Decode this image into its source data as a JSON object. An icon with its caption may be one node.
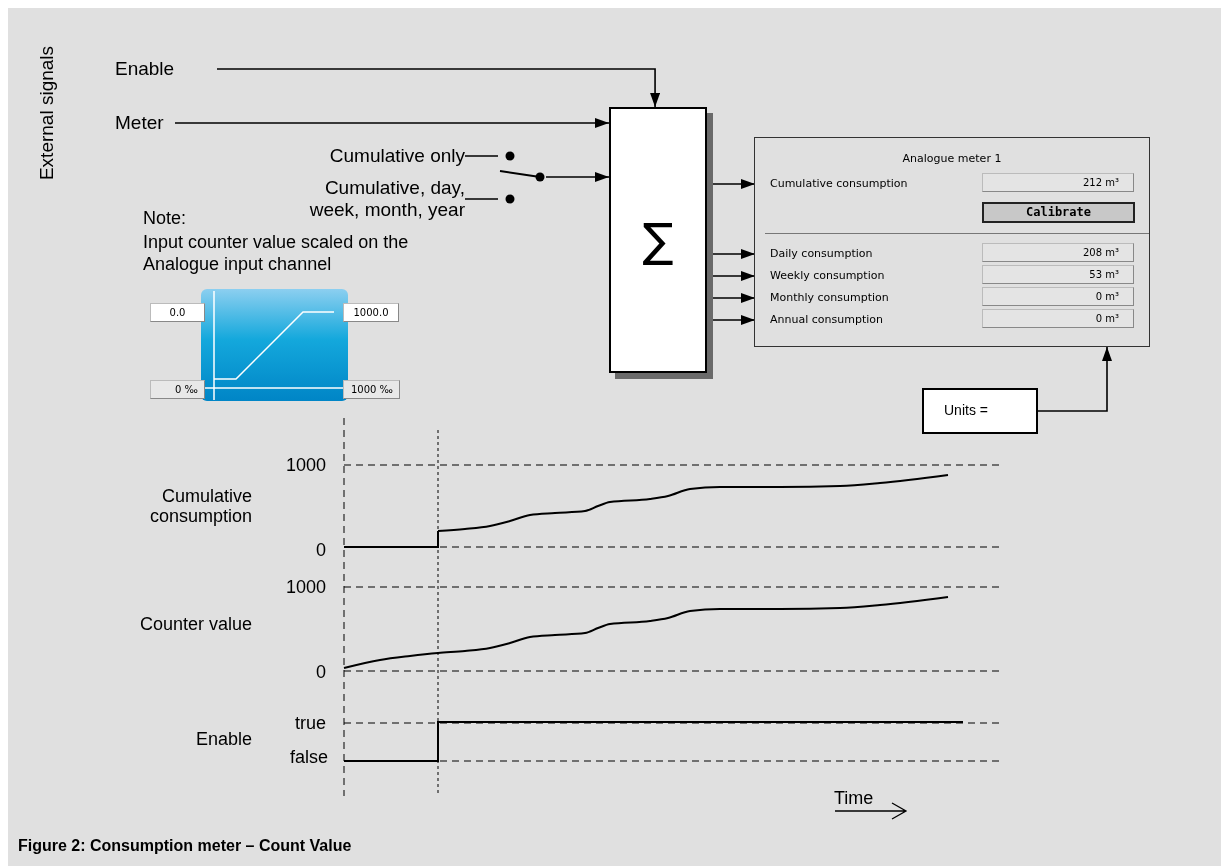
{
  "diagram": {
    "caption": "Figure 2: Consumption meter – Count Value",
    "nodes": [
      {
        "text": [
          "Enable"
        ]
      },
      {
        "text": [
          "Meter"
        ]
      },
      {
        "text": [
          "Cumulative only"
        ]
      },
      {
        "text": [
          "Cumulative, day, week, month, year"
        ]
      },
      {
        "text": [],
        "shape": "switch"
      },
      {
        "text": [
          "∑"
        ]
      },
      {
        "text": [
          "Analogue meter 1"
        ]
      },
      {
        "text": [
          "Cumulative consumption"
        ],
        "in": 6
      },
      {
        "text": [
          "Daily consumption"
        ],
        "in": 6
      },
      {
        "text": [
          "Weekly consumption"
        ],
        "in": 6
      },
      {
        "text": [
          "Monthly consumption"
        ],
        "in": 6
      },
      {
        "text": [
          "Annual consumption"
        ],
        "in": 6
      },
      {
        "text": [
          "Units ="
        ]
      }
    ],
    "edges": [
      {
        "from": 0,
        "to": 5,
        "arrow": "to"
      },
      {
        "from": 1,
        "to": 5,
        "arrow": "to"
      },
      {
        "from": 2,
        "to": 4,
        "arrow": "none"
      },
      {
        "from": 3,
        "to": 4,
        "arrow": "none"
      },
      {
        "from": 4,
        "to": 5,
        "arrow": "to"
      },
      {
        "from": 5,
        "to": 7,
        "arrow": "to"
      },
      {
        "from": 5,
        "to": 8,
        "arrow": "to"
      },
      {
        "from": 5,
        "to": 9,
        "arrow": "to"
      },
      {
        "from": 5,
        "to": 10,
        "arrow": "to"
      },
      {
        "from": 5,
        "to": 11,
        "arrow": "to"
      },
      {
        "from": 12,
        "to": 6,
        "arrow": "to"
      }
    ],
    "labels": [
      "External signals",
      "212 m³",
      "Calibrate",
      "208 m³",
      "53 m³",
      "0 m³",
      "0 m³",
      "Note:",
      "Input counter value scaled on the Analogue input channel",
      "0.0",
      "1000.0",
      "0 ‰",
      "1000 ‰",
      "1000",
      "Cumulative consumption",
      "0",
      "1000",
      "Counter value",
      "0",
      "true",
      "Enable",
      "false",
      "Time"
    ]
  }
}
